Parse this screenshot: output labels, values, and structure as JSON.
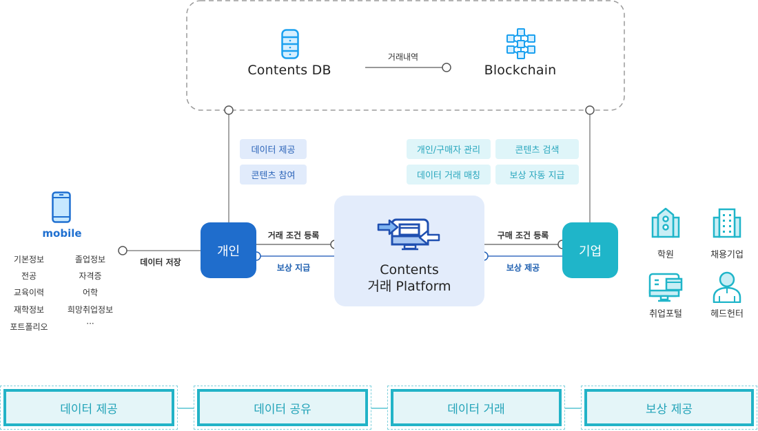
{
  "storage": {
    "db_label": "Contents DB",
    "chain_label": "Blockchain",
    "link_label": "거래내역"
  },
  "features": {
    "person": [
      "데이터 제공",
      "콘텐츠 참여"
    ],
    "platform": [
      "개인/구매자 관리",
      "콘텐츠 검색",
      "데이터 거래 매칭",
      "보상 자동 지급"
    ]
  },
  "mobile": {
    "label": "mobile",
    "items_left": [
      "기본정보",
      "전공",
      "교육이력",
      "재학정보",
      "포트폴리오"
    ],
    "items_right": [
      "졸업정보",
      "자격증",
      "어학",
      "희망취업정보",
      "···"
    ],
    "link_label": "데이터 저장"
  },
  "person": {
    "label": "개인",
    "out_label": "거래 조건 등록",
    "in_label": "보상 지급"
  },
  "platform": {
    "title_line1": "Contents",
    "title_line2": "거래 Platform"
  },
  "company": {
    "label": "기업",
    "out_label": "구매 조건 등록",
    "in_label": "보상 제공"
  },
  "institutions": [
    {
      "label": "학원",
      "icon": "academy-building-icon"
    },
    {
      "label": "채용기업",
      "icon": "office-building-icon"
    },
    {
      "label": "취업포털",
      "icon": "job-portal-monitor-icon"
    },
    {
      "label": "헤드헌터",
      "icon": "headhunter-person-icon"
    }
  ],
  "steps": [
    "데이터 제공",
    "데이터 공유",
    "데이터 거래",
    "보상 제공"
  ],
  "colors": {
    "person_blue": "#1f6dcc",
    "company_cyan": "#1fb5c9",
    "platform_bg": "#e3ecfb",
    "icon_sky": "#1aa0ef",
    "step_border": "#22b3c7"
  }
}
